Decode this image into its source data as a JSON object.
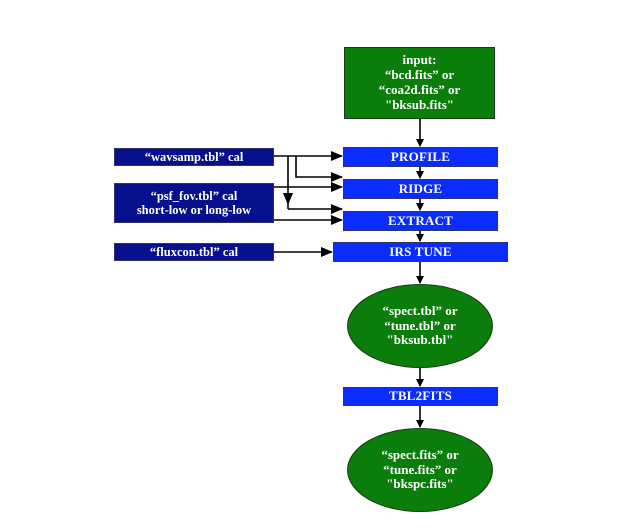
{
  "diagram": {
    "input": {
      "label": "input:\n“bcd.fits” or\n“coa2d.fits” or\n\"bksub.fits\"",
      "color": "#0a7d0a"
    },
    "steps": [
      {
        "id": "profile",
        "label": "PROFILE"
      },
      {
        "id": "ridge",
        "label": "RIDGE"
      },
      {
        "id": "extract",
        "label": "EXTRACT"
      },
      {
        "id": "irs-tune",
        "label": "IRS TUNE"
      }
    ],
    "table_output": {
      "label": "“spect.tbl” or\n“tune.tbl” or\n\"bksub.tbl\""
    },
    "converter": {
      "label": "TBL2FITS"
    },
    "final_output": {
      "label": "“spect.fits” or\n“tune.fits” or\n\"bkspc.fits\""
    },
    "calibrations": [
      {
        "id": "wavsamp",
        "label": "“wavsamp.tbl” cal",
        "feeds": [
          "PROFILE",
          "RIDGE",
          "EXTRACT"
        ]
      },
      {
        "id": "psf-fov",
        "label": "“psf_fov.tbl” cal\nshort-low or long-low",
        "feeds": [
          "RIDGE",
          "EXTRACT"
        ]
      },
      {
        "id": "fluxcon",
        "label": "“fluxcon.tbl” cal",
        "feeds": [
          "IRS TUNE"
        ]
      }
    ],
    "colors": {
      "step_blue": "#0a2cff",
      "cal_dark_blue": "#06108c",
      "data_green": "#0a7d0a",
      "arrow": "#000000"
    }
  }
}
